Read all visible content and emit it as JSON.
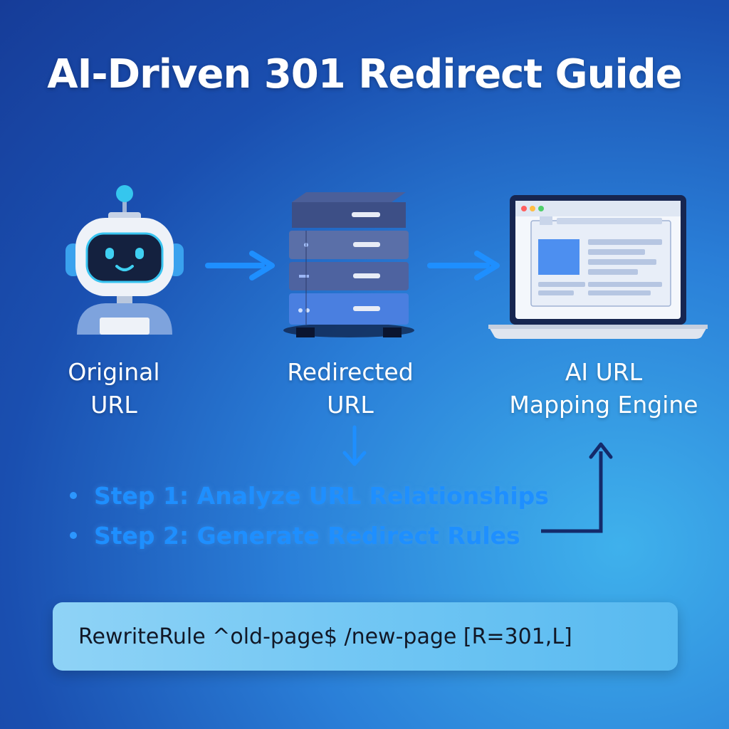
{
  "title": "AI-Driven 301 Redirect Guide",
  "nodes": {
    "original": {
      "line1": "Original",
      "line2": "URL",
      "icon": "robot-icon"
    },
    "redirected": {
      "line1": "Redirected",
      "line2": "URL",
      "icon": "server-icon"
    },
    "engine": {
      "line1": "AI URL",
      "line2": "Mapping Engine",
      "icon": "laptop-icon"
    }
  },
  "steps": [
    {
      "label": "Step 1: Analyze URL Relationships"
    },
    {
      "label": "Step 2: Generate Redirect Rules"
    }
  ],
  "code": {
    "text": "RewriteRule ^old-page$ /new-page [R=301,L]"
  },
  "colors": {
    "accent": "#2c96ff",
    "arrow": "#1e8fff",
    "connector": "#142a6a",
    "code_box": "#6cc4f3"
  }
}
